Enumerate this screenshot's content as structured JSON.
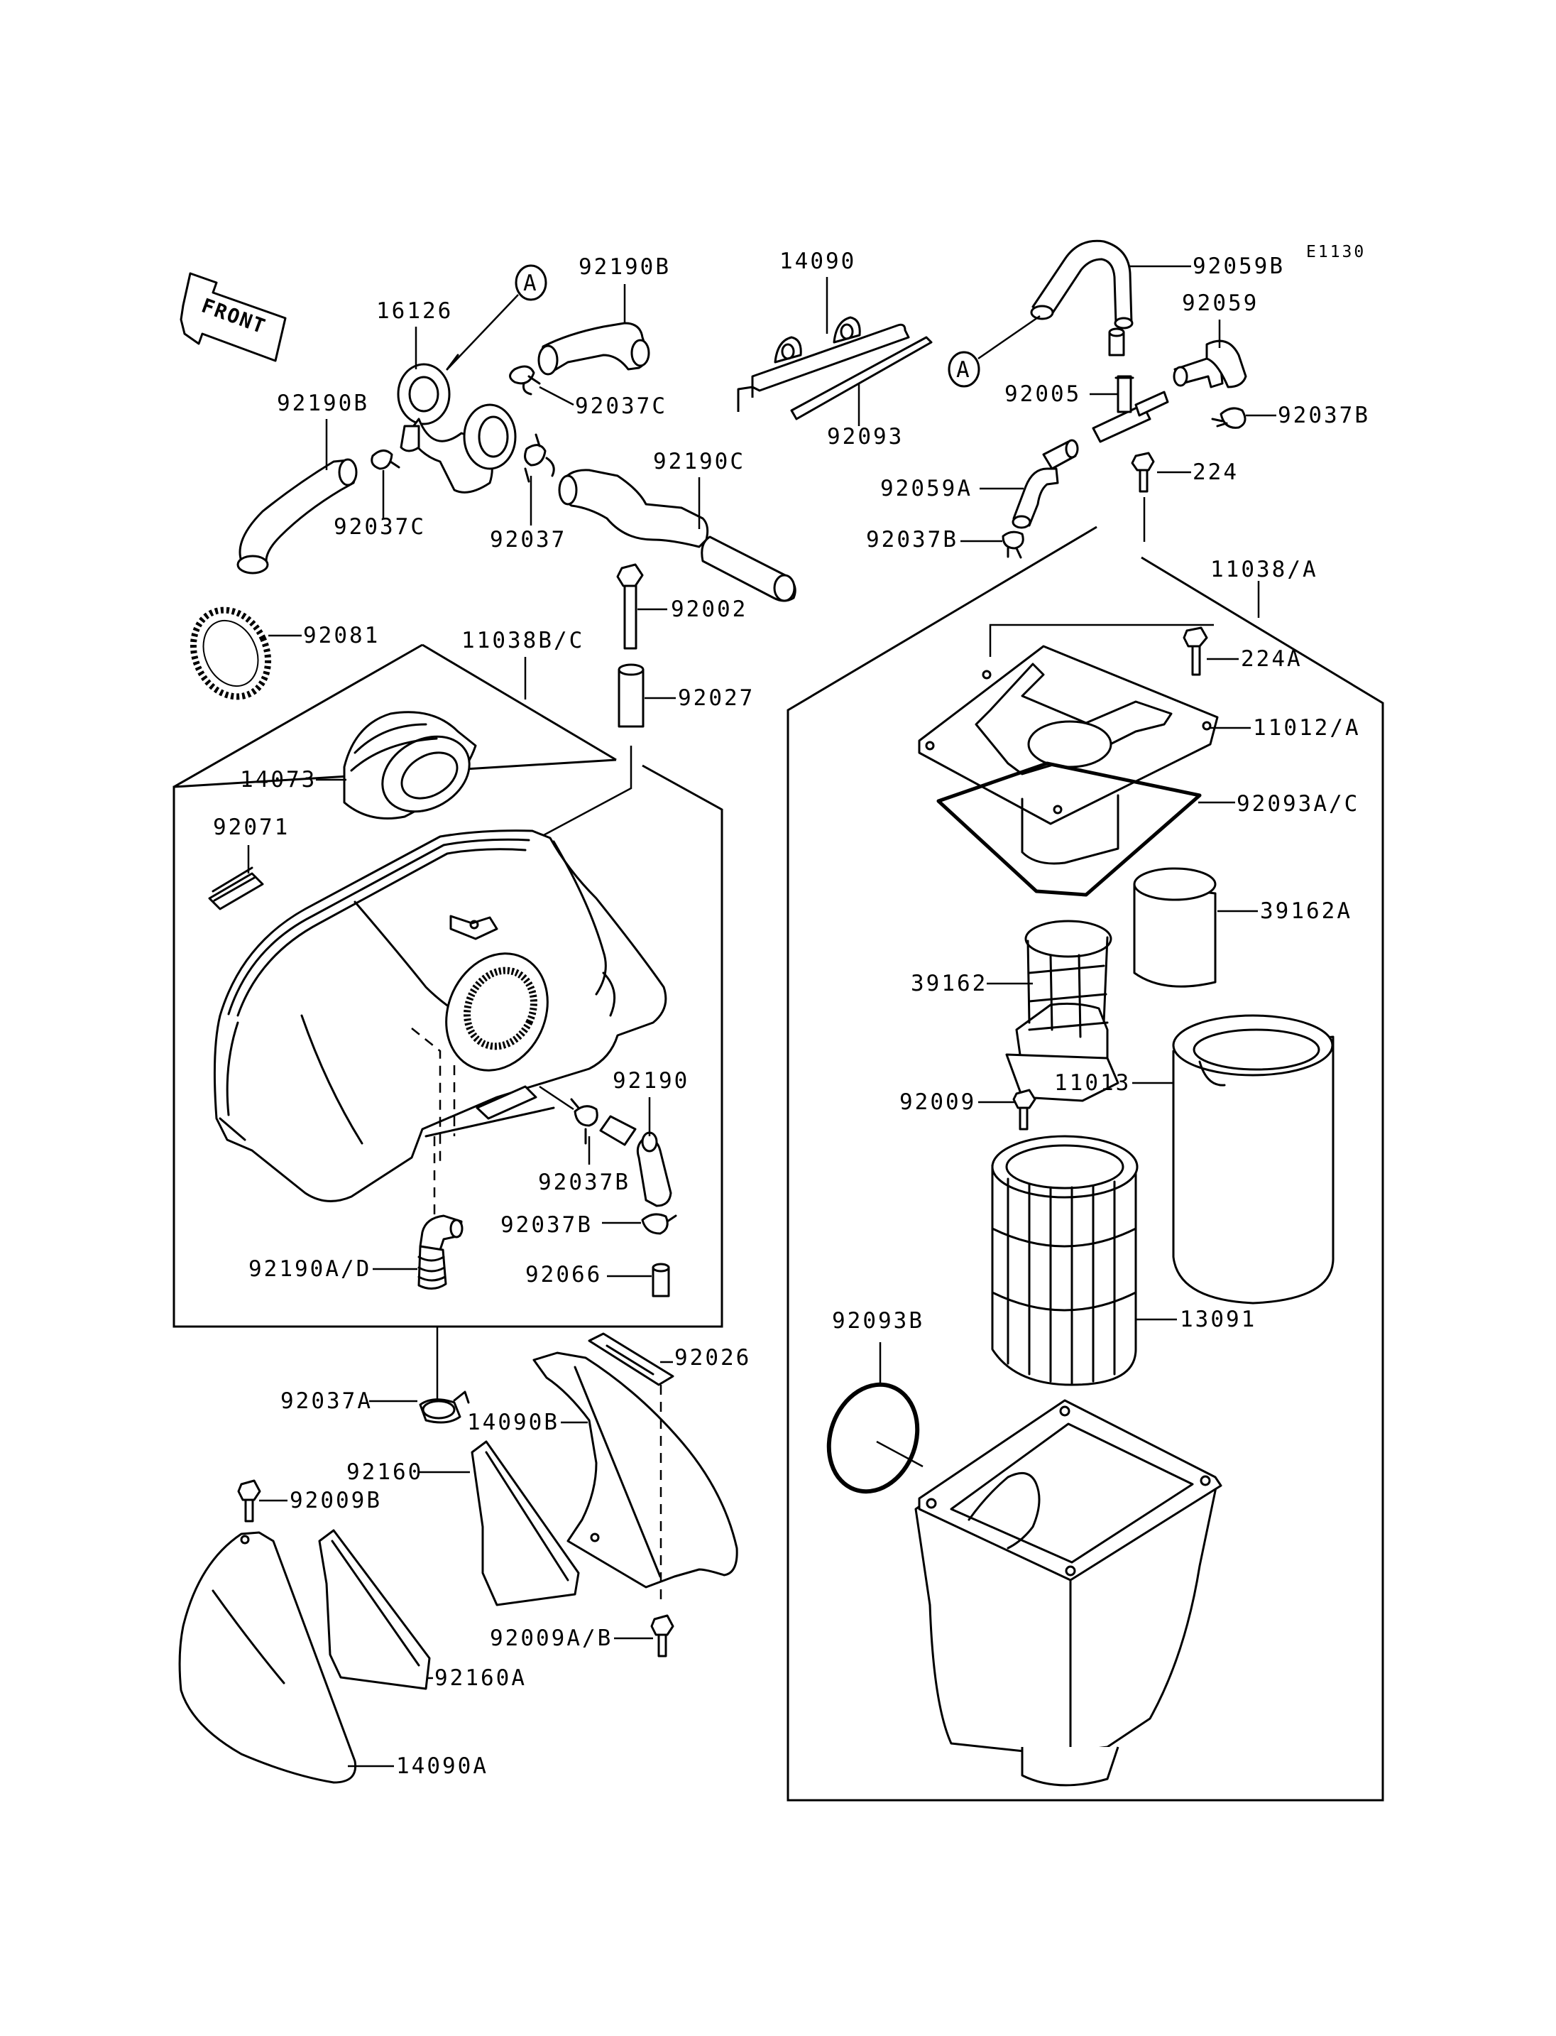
{
  "diagram_code": "E1130",
  "front_label": "FRONT",
  "ref_marker": "A",
  "labels": {
    "p92190B_top": "92190B",
    "p16126": "16126",
    "p92190B_left": "92190B",
    "p92037C_right": "92037C",
    "p92037C_left": "92037C",
    "p92037": "92037",
    "p92190C": "92190C",
    "p14090": "14090",
    "p92093": "92093",
    "p92059B": "92059B",
    "p92059": "92059",
    "p92005": "92005",
    "p92037B_top": "92037B",
    "p92059A": "92059A",
    "p92037B_mid": "92037B",
    "p224": "224",
    "p11038A": "11038/A",
    "p92002": "92002",
    "p92027": "92027",
    "p92081": "92081",
    "p11038BC": "11038B/C",
    "p14073": "14073",
    "p92071": "92071",
    "p224A": "224A",
    "p11012A": "11012/A",
    "p92093AC": "92093A/C",
    "p39162A": "39162A",
    "p39162": "39162",
    "p11013": "11013",
    "p92009": "92009",
    "p92190": "92190",
    "p92037B_low": "92037B",
    "p92037B_low2": "92037B",
    "p92066": "92066",
    "p92190AD": "92190A/D",
    "p13091": "13091",
    "p92093B": "92093B",
    "p92026": "92026",
    "p92037A": "92037A",
    "p14090B": "14090B",
    "p92160": "92160",
    "p92009B": "92009B",
    "p92009AB": "92009A/B",
    "p92160A": "92160A",
    "p14090A": "14090A"
  }
}
